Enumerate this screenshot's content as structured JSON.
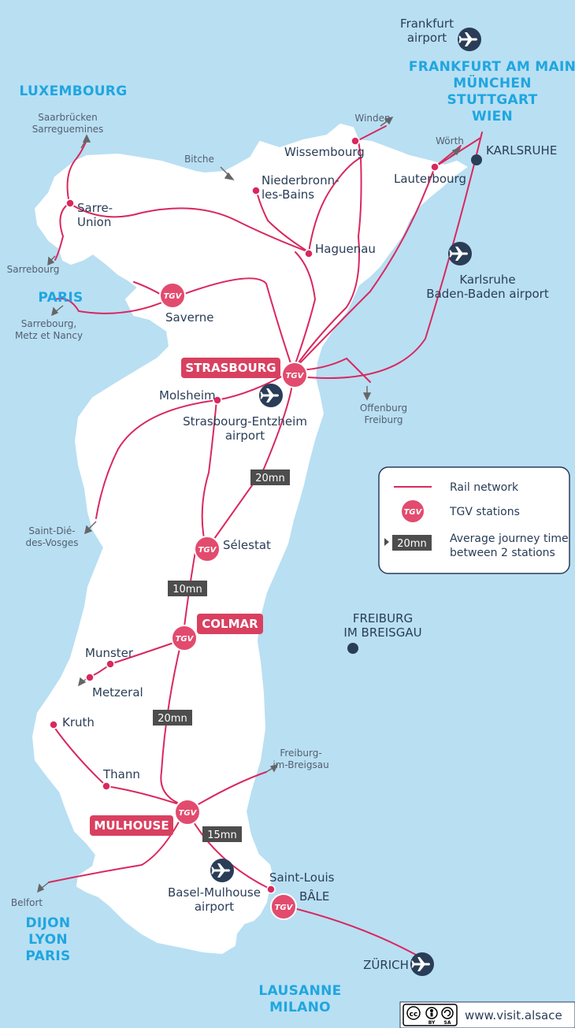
{
  "colors": {
    "sea": "#b9dff3",
    "land": "#ffffff",
    "rail": "#d9285e",
    "tgv": "#e24b6e",
    "tag": "#d94060",
    "dark": "#2a3d57",
    "time_box": "#4d4d4d",
    "region_text": "#1fa6e0"
  },
  "regions": {
    "luxembourg": "LUXEMBOURG",
    "paris_west": "PARIS",
    "germany": [
      "FRANKFURT AM MAIN",
      "MÜNCHEN",
      "STUTTGART",
      "WIEN"
    ],
    "south_west": [
      "DIJON",
      "LYON",
      "PARIS"
    ],
    "south": [
      "LAUSANNE",
      "MILANO"
    ]
  },
  "tgv_stations": {
    "strasbourg": "STRASBOURG",
    "colmar": "COLMAR",
    "mulhouse": "MULHOUSE",
    "saverne": "Saverne",
    "selestat": "Sélestat",
    "bale": "BÂLE",
    "tgv_logo_text": "TGV"
  },
  "stations": {
    "wissembourg": "Wissembourg",
    "lauterbourg": "Lauterbourg",
    "niederbronn": [
      "Niederbronn-",
      "les-Bains"
    ],
    "haguenau": "Haguenau",
    "sarre_union": [
      "Sarre-",
      "Union"
    ],
    "molsheim": "Molsheim",
    "munster": "Munster",
    "metzeral": "Metzeral",
    "kruth": "Kruth",
    "thann": "Thann",
    "saint_louis": "Saint-Louis",
    "karlsruhe": "KARLSRUHE",
    "freiburg": [
      "FREIBURG",
      "IM BREISGAU"
    ],
    "zurich": "ZÜRICH"
  },
  "destinations": {
    "saarbrucken": [
      "Saarbrücken",
      "Sarreguemines"
    ],
    "bitche": "Bitche",
    "winden": "Winden",
    "worth": "Wörth",
    "sarrebourg": "Sarrebourg",
    "sarrebourg_metz": [
      "Sarrebourg,",
      "Metz et Nancy"
    ],
    "offenburg": [
      "Offenburg",
      "Freiburg"
    ],
    "saint_die": [
      "Saint-Dié-",
      "des-Vosges"
    ],
    "freiburg_im_breigsau": [
      "Freiburg-",
      "im-Breigsau"
    ],
    "belfort": "Belfort"
  },
  "airports": {
    "frankfurt": [
      "Frankfurt",
      "airport"
    ],
    "karlsruhe": [
      "Karlsruhe",
      "Baden-Baden airport"
    ],
    "strasbourg": [
      "Strasbourg-Entzheim",
      "airport"
    ],
    "basel": [
      "Basel-Mulhouse",
      "airport"
    ]
  },
  "journey_times": {
    "strasbourg_selestat": "20mn",
    "selestat_colmar": "10mn",
    "colmar_mulhouse": "20mn",
    "mulhouse_bale": "15mn"
  },
  "legend": {
    "rail": "Rail network",
    "tgv": "TGV stations",
    "time_sample": "20mn",
    "time_desc": [
      "Average journey time",
      "between 2 stations"
    ]
  },
  "footer": {
    "license": [
      "cc",
      "BY",
      "SA"
    ],
    "website": "www.visit.alsace"
  }
}
